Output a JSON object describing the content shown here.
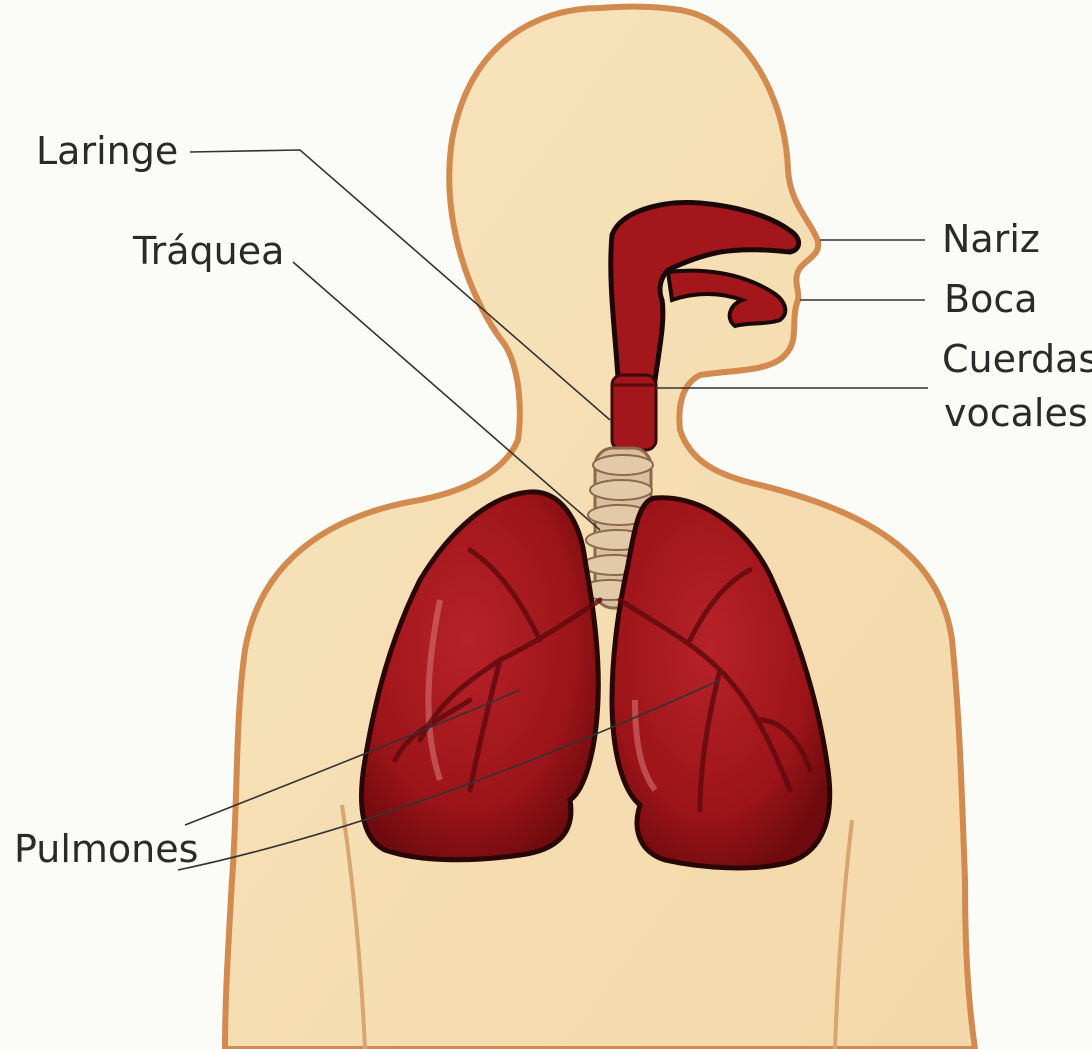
{
  "labels": {
    "laringe": "Laringe",
    "traquea": "Tráquea",
    "nariz": "Nariz",
    "boca": "Boca",
    "cuerdas_line1": "Cuerdas",
    "cuerdas_line2": "vocales",
    "pulmones": "Pulmones"
  },
  "colors": {
    "skin": "#f6dfb4",
    "outline": "#d89055",
    "organ": "#a4161b",
    "organ_dark": "#6e0a0d",
    "trachea_rings": "#d9bfa0"
  }
}
